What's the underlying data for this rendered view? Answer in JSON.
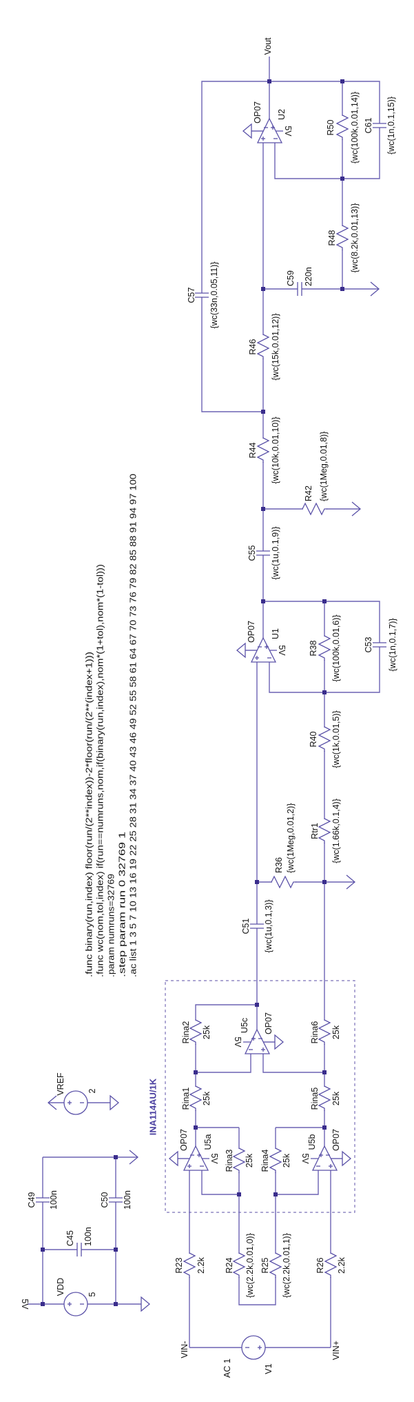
{
  "directives": [
    ".func binary(run,index) floor(run/(2**index))-2*floor(run/(2**(index+1)))",
    ".func wc(nom,tol,index) if(run==numruns,nom,if(binary(run,index),nom*(1+tol),nom*(1-tol)))",
    ".param numruns=32769",
    ".step param run 0 32769 1",
    ".ac list 1 3 5 7 10 13 16 19 22 25 28 31 34 37 40 43 46 49 52 55 58 61 64 67 70 73 76 79 82 85 88 91 94 97 100"
  ],
  "subcircuit": {
    "label": "INA114AU/1K"
  },
  "net_labels": {
    "vin_minus": "VIN-",
    "vin_plus": "VIN+",
    "vout": "Vout",
    "vdd_net": "5V"
  },
  "sources": {
    "VDD": {
      "name": "VDD",
      "value": "5"
    },
    "VREF": {
      "name": "VREF",
      "value": "2"
    },
    "V1": {
      "name": "V1",
      "value": "AC 1"
    }
  },
  "opamps": {
    "U5a": {
      "name": "U5a",
      "model": "OP07",
      "supply": "5V"
    },
    "U5b": {
      "name": "U5b",
      "model": "OP07",
      "supply": "5V"
    },
    "U5c": {
      "name": "U5c",
      "model": "OP07",
      "supply": "5V"
    },
    "U1": {
      "name": "U1",
      "model": "OP07",
      "supply": "5V"
    },
    "U2": {
      "name": "U2",
      "model": "OP07",
      "supply": "5V"
    }
  },
  "components": {
    "C49": {
      "name": "C49",
      "value": "100n"
    },
    "C50": {
      "name": "C50",
      "value": "100n"
    },
    "C45": {
      "name": "C45",
      "value": "100n"
    },
    "R23": {
      "name": "R23",
      "value": "2.2k"
    },
    "R24": {
      "name": "R24",
      "value": "{wc(2.2k,0.01,0)}"
    },
    "R25": {
      "name": "R25",
      "value": "{wc(2.2k,0.01,1)}"
    },
    "R26": {
      "name": "R26",
      "value": "2.2k"
    },
    "Rina1": {
      "name": "Rina1",
      "value": "25k"
    },
    "Rina2": {
      "name": "Rina2",
      "value": "25k"
    },
    "Rina3": {
      "name": "Rina3",
      "value": "25k"
    },
    "Rina4": {
      "name": "Rina4",
      "value": "25k"
    },
    "Rina5": {
      "name": "Rina5",
      "value": "25k"
    },
    "Rina6": {
      "name": "Rina6",
      "value": "25k"
    },
    "C51": {
      "name": "C51",
      "value": "{wc(1u,0.1,3)}"
    },
    "R36": {
      "name": "R36",
      "value": "{wc(1Meg,0.01,2)}"
    },
    "Rtr1": {
      "name": "Rtr1",
      "value": "{wc(1.66k,0.1,4)}"
    },
    "R40": {
      "name": "R40",
      "value": "{wc(1k,0.01,5)}"
    },
    "R38": {
      "name": "R38",
      "value": "{wc(100k,0.01,6)}"
    },
    "C53": {
      "name": "C53",
      "value": "{wc(1n,0.1,7)}"
    },
    "C55": {
      "name": "C55",
      "value": "{wc(1u,0.1,9)}"
    },
    "R42": {
      "name": "R42",
      "value": "{wc(1Meg,0.01,8)}"
    },
    "R44": {
      "name": "R44",
      "value": "{wc(10k,0.01,10)}"
    },
    "C57": {
      "name": "C57",
      "value": "{wc(33n,0.05,11)}"
    },
    "R46": {
      "name": "R46",
      "value": "{wc(15k,0.01,12)}"
    },
    "C59": {
      "name": "C59",
      "value": "220n"
    },
    "R48": {
      "name": "R48",
      "value": "{wc(8.2k,0.01,13)}"
    },
    "R50": {
      "name": "R50",
      "value": "{wc(100k,0.01,14)}"
    },
    "C61": {
      "name": "C61",
      "value": "{wc(1n,0.1,15)}"
    }
  },
  "colors": {
    "wire": "#6b62b3",
    "component": "#5b52a8",
    "junction": "#3a2d8c",
    "subcircuit_label": "#4a3fa0"
  }
}
